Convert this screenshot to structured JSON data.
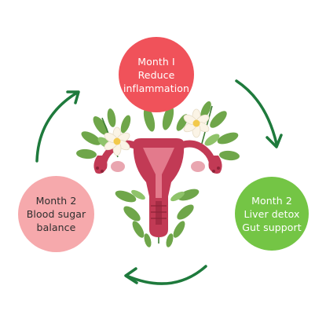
{
  "stages": [
    {
      "id": "month1",
      "lines": [
        "Month I",
        "Reduce",
        "inflammation"
      ],
      "color": "#f0525a",
      "text_color": "#ffffff"
    },
    {
      "id": "liver",
      "lines": [
        "Month 2",
        "Liver detox",
        "Gut support"
      ],
      "color": "#74c545",
      "text_color": "#ffffff"
    },
    {
      "id": "sugar",
      "lines": [
        "Month 2",
        "Blood sugar",
        "balance"
      ],
      "color": "#f6a9ac",
      "text_color": "#2e2e2e"
    }
  ],
  "arrows": {
    "color": "#1e7a3c",
    "direction": "clockwise"
  },
  "illustration": {
    "subject": "uterus-with-flowers",
    "uterus_color": "#c23a55",
    "leaf_color": "#6fa64a",
    "flower_color": "#fbf4e6"
  }
}
